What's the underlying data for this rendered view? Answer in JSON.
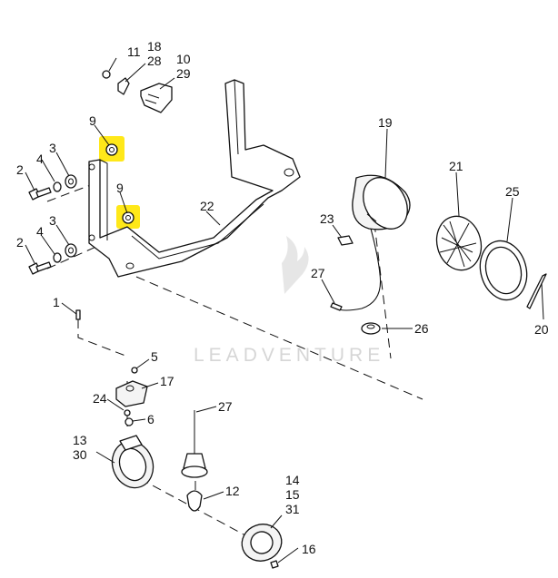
{
  "diagram": {
    "watermark": "LEADVENTURE",
    "highlight_color": "#ffe600",
    "callouts": [
      "1",
      "2",
      "2",
      "3",
      "3",
      "4",
      "4",
      "5",
      "6",
      "9",
      "9",
      "10",
      "11",
      "12",
      "13",
      "14",
      "15",
      "16",
      "17",
      "18",
      "19",
      "20",
      "21",
      "22",
      "23",
      "24",
      "25",
      "26",
      "27",
      "27",
      "28",
      "29",
      "30",
      "31"
    ]
  }
}
